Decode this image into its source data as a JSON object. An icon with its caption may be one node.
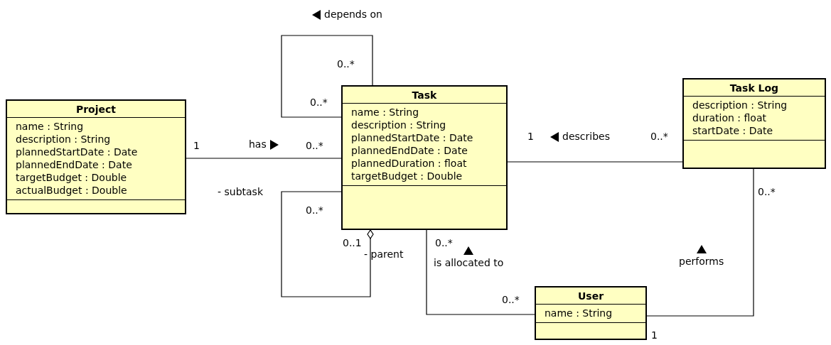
{
  "diagram": {
    "nodes": [
      {
        "text": [
          "Project",
          "name : String",
          "description : String",
          "plannedStartDate : Date",
          "plannedEndDate : Date",
          "targetBudget : Double",
          "actualBudget : Double"
        ]
      },
      {
        "text": [
          "Task",
          "name : String",
          "description : String",
          "plannedStartDate : Date",
          "plannedEndDate : Date",
          "plannedDuration : float",
          "targetBudget : Double"
        ]
      },
      {
        "text": [
          "Task Log",
          "description : String",
          "duration : float",
          "startDate : Date"
        ]
      },
      {
        "text": [
          "User",
          "name : String"
        ]
      }
    ],
    "edges": [
      {
        "from": 1,
        "to": 1,
        "arrow": "none",
        "label": "depends on"
      },
      {
        "from": 0,
        "to": 1,
        "arrow": "none",
        "label": "has"
      },
      {
        "from": 1,
        "to": 2,
        "arrow": "none",
        "label": "describes"
      },
      {
        "from": 1,
        "to": 1,
        "arrow": "other"
      },
      {
        "from": 1,
        "to": 3,
        "arrow": "none",
        "label": "is allocated to"
      },
      {
        "from": 2,
        "to": 3,
        "arrow": "none",
        "label": "performs"
      }
    ],
    "labels": [
      "0..*",
      "0..*",
      "1",
      "0..*",
      "1",
      "0..*",
      "- subtask",
      "0..*",
      "0..*",
      "0..1",
      "- parent",
      "0..*",
      "0..*",
      "1"
    ]
  }
}
